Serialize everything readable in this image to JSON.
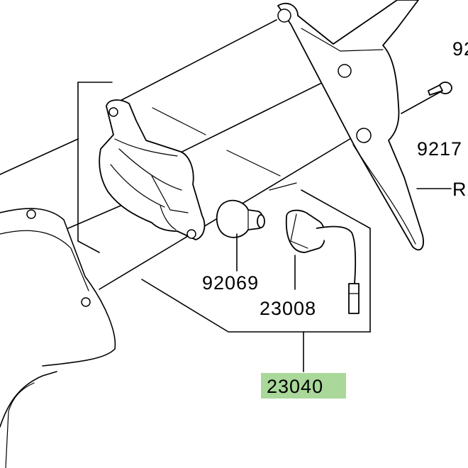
{
  "highlight_color": "#a9d89a",
  "labels": {
    "bulb": "92069",
    "socket": "23008",
    "assembly": "23040",
    "screw": "9217",
    "edge_top": "92",
    "edge_right": "R"
  }
}
